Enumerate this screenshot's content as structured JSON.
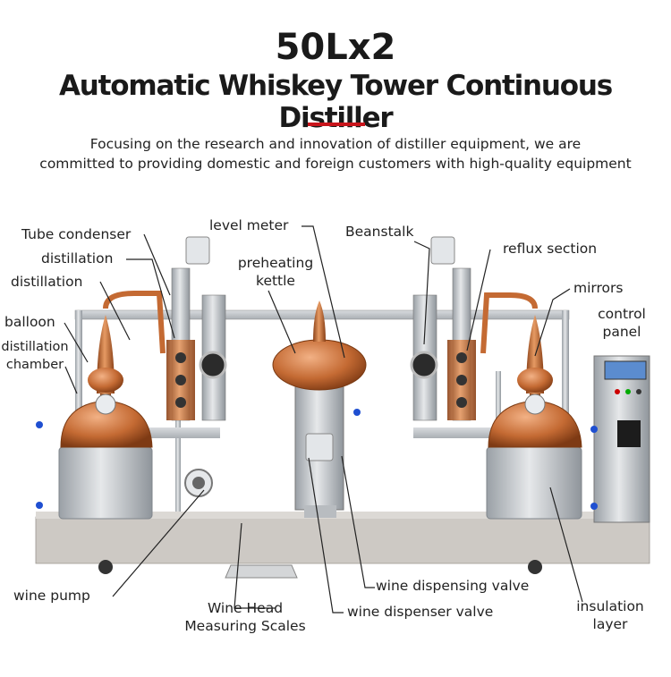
{
  "header": {
    "title_line1": "50Lx2",
    "title_line2": "Automatic Whiskey Tower Continuous Distiller",
    "subtitle_line1": "Focusing on the research and innovation of distiller equipment, we are",
    "subtitle_line2": "committed to providing domestic and foreign customers with high-quality equipment"
  },
  "labels": {
    "tube_condenser": "Tube condenser",
    "distillation_1": "distillation",
    "distillation_2": "distillation",
    "balloon": "balloon",
    "distillation_chamber_1": "distillation",
    "distillation_chamber_2": "chamber",
    "level_meter": "level meter",
    "preheating_kettle_1": "preheating",
    "preheating_kettle_2": "kettle",
    "beanstalk": "Beanstalk",
    "reflux_section": "reflux section",
    "mirrors": "mirrors",
    "control_panel_1": "control",
    "control_panel_2": "panel",
    "wine_pump": "wine pump",
    "wine_head_scales_1": "Wine Head",
    "wine_head_scales_2": "Measuring Scales",
    "wine_dispensing_valve": "wine dispensing valve",
    "wine_dispenser_valve": "wine dispenser valve",
    "insulation_layer_1": "insulation",
    "insulation_layer_2": "layer"
  },
  "colors": {
    "accent_red": "#c8141b",
    "copper": "#c8743e",
    "steel": "#c9ccd0"
  }
}
